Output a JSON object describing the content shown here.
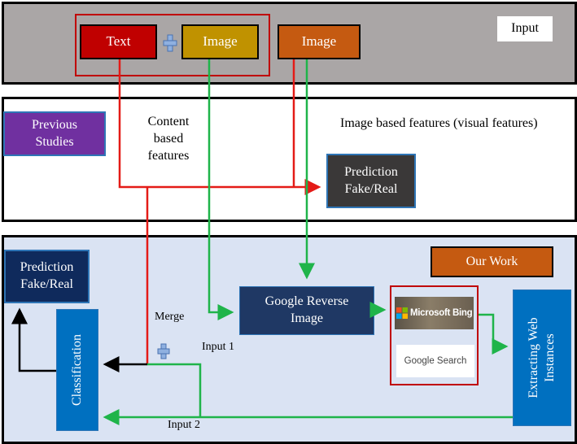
{
  "colors": {
    "top_band": "#aaa6a6",
    "bottom_band": "#dae3f3",
    "text_box": "#c00000",
    "image_box_1": "#c09200",
    "image_box_2": "#c55a11",
    "previous_studies": "#7030a0",
    "prediction_middle": "#3a3838",
    "prediction_bottom": "#0f2a5c",
    "google_reverse": "#1f3864",
    "classification": "#0070c0",
    "extracting": "#0070c0",
    "our_work": "#c55a11",
    "red_line": "#e41b17",
    "green_line": "#1fb44a",
    "black_line": "#000000",
    "plus": "#5b87c7"
  },
  "input_band": {
    "label": "Input",
    "text_box": "Text",
    "image_box_1": "Image",
    "image_box_2": "Image"
  },
  "middle_band": {
    "previous_studies": "Previous Studies",
    "content_features": "Content based features",
    "image_features": "Image based features (visual features)",
    "prediction": "Prediction Fake/Real"
  },
  "bottom_band": {
    "prediction": "Prediction Fake/Real",
    "our_work": "Our Work",
    "google_reverse": "Google Reverse Image",
    "microsoft_bing": "Microsoft Bing",
    "google_search": "Google Search",
    "extracting": "Extracting Web Instances",
    "classification": "Classification",
    "merge": "Merge",
    "input1": "Input 1",
    "input2": "Input 2"
  },
  "icons": {
    "plus": "plus-icon",
    "microsoft_logo": "microsoft-logo-icon"
  }
}
